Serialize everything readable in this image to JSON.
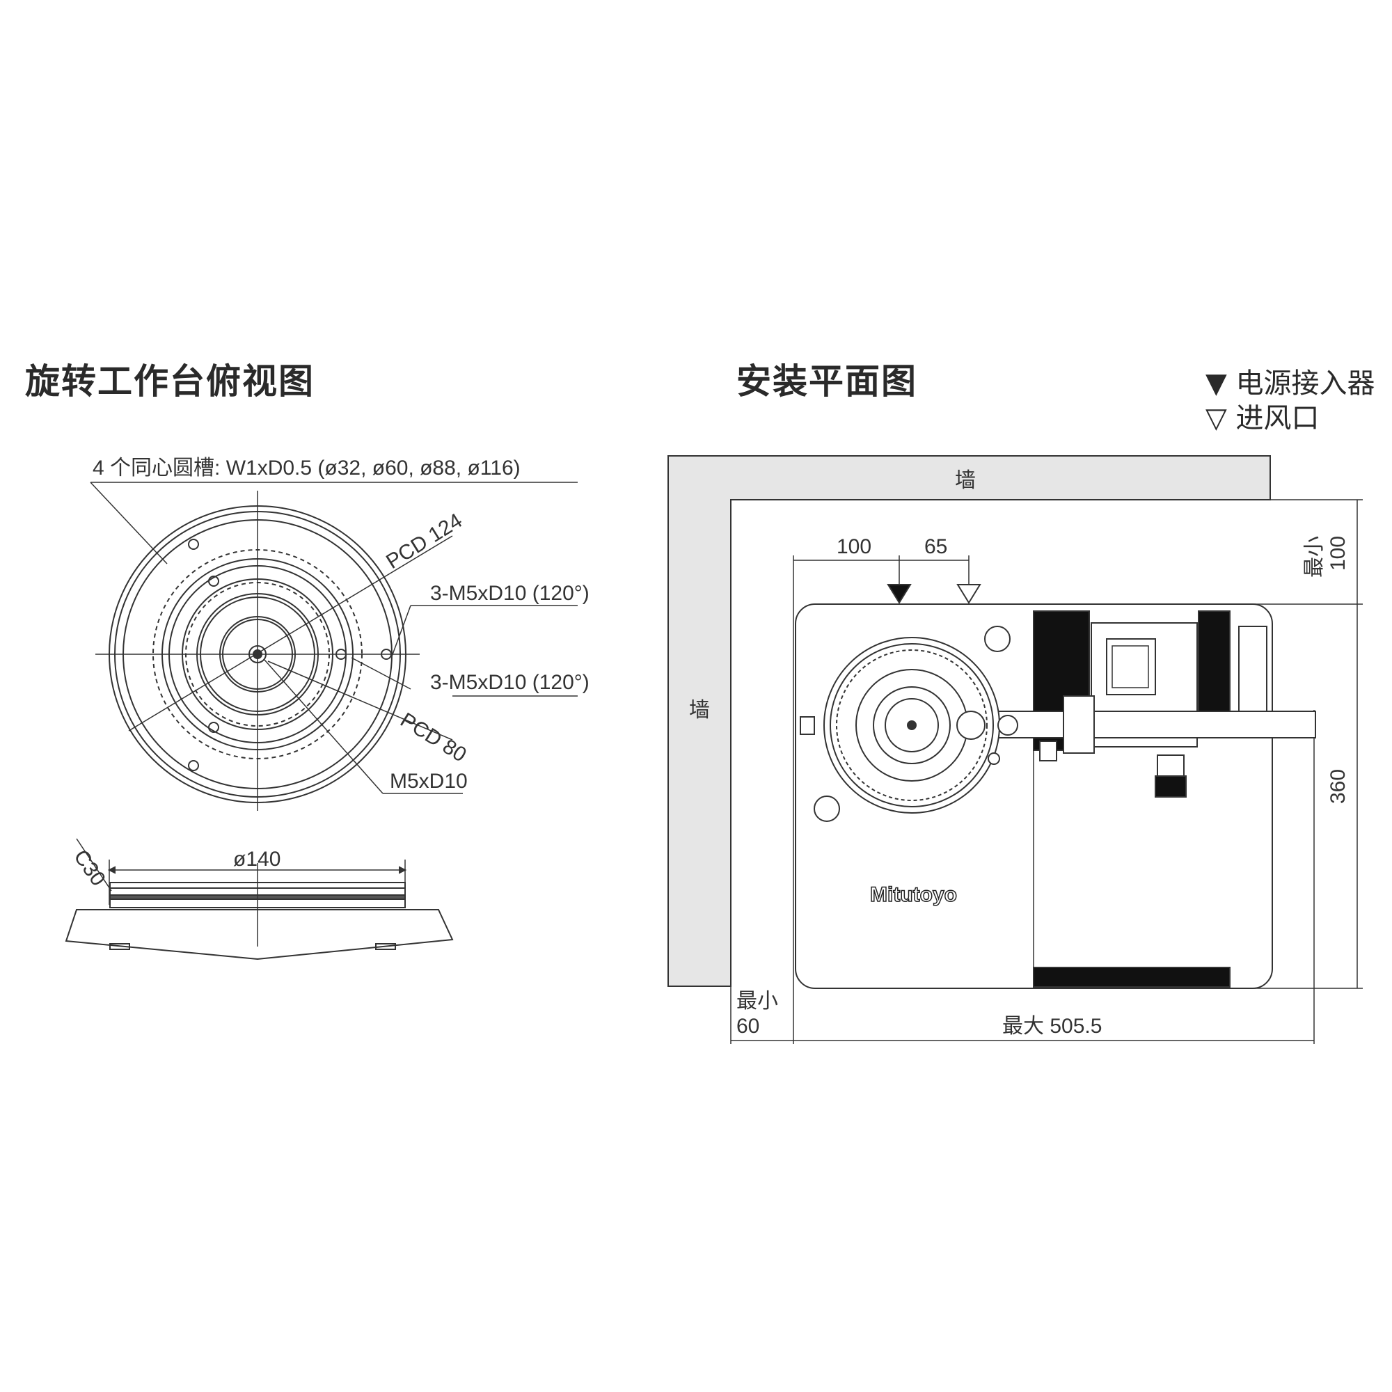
{
  "headings": {
    "left": "旋转工作台俯视图",
    "right": "安装平面图"
  },
  "legend": {
    "power_inlet_symbol": "▼",
    "power_inlet_label": "电源接入器",
    "air_inlet_symbol": "▽",
    "air_inlet_label": "进风口"
  },
  "left_view": {
    "groove_note": "4 个同心圆槽:  W1xD0.5 (ø32, ø60, ø88, ø116)",
    "pcd_outer": "PCD 124",
    "tap_upper": "3-M5xD10 (120°)",
    "tap_lower": "3-M5xD10 (120°)",
    "pcd_inner": "PCD 80",
    "center_tap": "M5xD10",
    "chamfer": "C30",
    "diameter": "ø140"
  },
  "right_view": {
    "wall_top": "墙",
    "wall_left": "墙",
    "dim_100_top": "100",
    "dim_65": "65",
    "dim_min_label_right": "最小",
    "dim_min_value_right": "100",
    "dim_360": "360",
    "dim_min_label_bottom": "最小",
    "dim_min_value_bottom": "60",
    "dim_max": "最大 505.5",
    "brand": "Mitutoyo"
  }
}
